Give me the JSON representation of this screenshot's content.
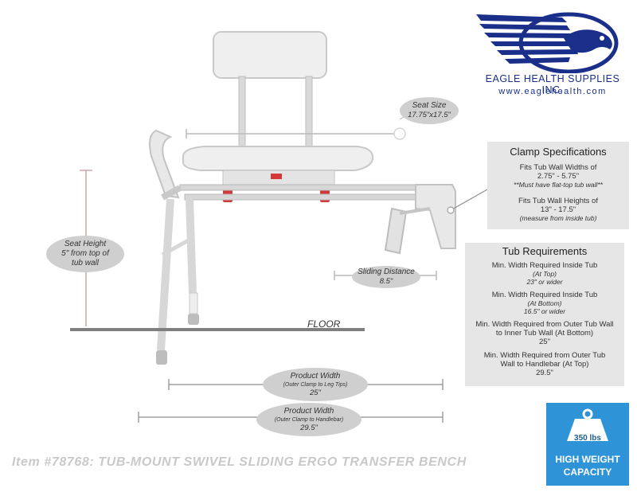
{
  "logo": {
    "brand": "EAGLE HEALTH SUPPLIES INC.",
    "url": "www.eaglehealth.com",
    "colors": {
      "primary": "#1a2f8a"
    }
  },
  "seat_size": {
    "label": "Seat Size",
    "value": "17.75\"x17.5\""
  },
  "seat_height": {
    "line1": "Seat Height",
    "line2": "5\" from top of",
    "line3": "tub wall"
  },
  "sliding_distance": {
    "label": "Sliding Distance",
    "value": "8.5\""
  },
  "floor_label": "FLOOR",
  "product_width_1": {
    "label": "Product Width",
    "sub": "(Outer Clamp to Leg Tips)",
    "value": "25\""
  },
  "product_width_2": {
    "label": "Product Width",
    "sub": "(Outer Clamp to Handlebar)",
    "value": "29.5\""
  },
  "clamp_specs": {
    "title": "Clamp Specifications",
    "widths_label": "Fits Tub Wall Widths of",
    "widths_value": "2.75\" - 5.75\"",
    "widths_note": "**Must have flat-top tub wall**",
    "heights_label": "Fits Tub Wall Heights of",
    "heights_value": "13\" - 17.5\"",
    "heights_note": "(measure from inside tub)"
  },
  "tub_requirements": {
    "title": "Tub Requirements",
    "items": [
      {
        "line1": "Min. Width Required Inside Tub",
        "line2": "(At Top)",
        "value": "23\" or wider"
      },
      {
        "line1": "Min. Width Required Inside Tub",
        "line2": "(At Bottom)",
        "value": "16.5\" or wider"
      },
      {
        "line1": "Min. Width Required from Outer Tub Wall",
        "line2": "to Inner Tub Wall (At Bottom)",
        "value": "25\""
      },
      {
        "line1": "Min. Width Required from Outer Tub",
        "line2": "Wall to Handlebar (At Top)",
        "value": "29.5\""
      }
    ]
  },
  "capacity": {
    "weight": "350 lbs",
    "line1": "HIGH WEIGHT",
    "line2": "CAPACITY",
    "color": "#2f93d8",
    "icon": "weight-icon"
  },
  "item_caption": "Item #78768: TUB-MOUNT SWIVEL SLIDING ERGO TRANSFER BENCH"
}
